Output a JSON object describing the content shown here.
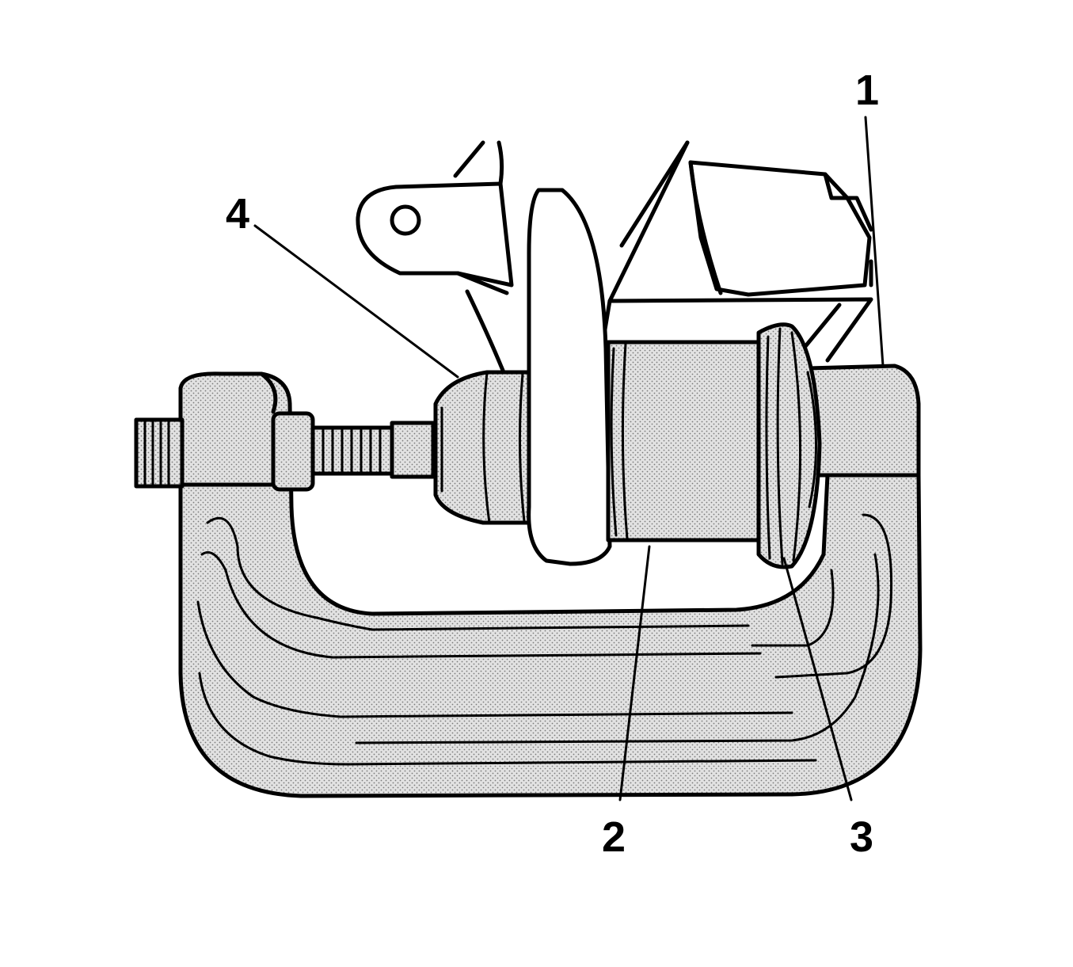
{
  "callouts": [
    {
      "label": "1"
    },
    {
      "label": "2"
    },
    {
      "label": "3"
    },
    {
      "label": "4"
    }
  ],
  "colors": {
    "ink": "#000000",
    "shade": "#d9d9d9",
    "background": "#ffffff"
  }
}
